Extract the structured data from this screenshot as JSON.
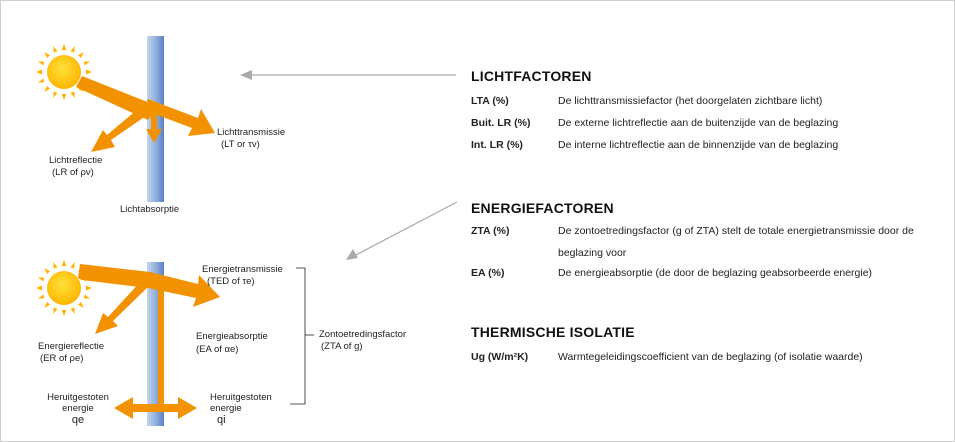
{
  "colors": {
    "arrow": "#f39200",
    "sun": "#ffc000",
    "glass_light": "#b9cdea",
    "glass_dark": "#5d82c6",
    "pointer": "#a9a9a9"
  },
  "icons": {
    "sun": "sun-icon",
    "pointer": "arrow-left-icon"
  },
  "diagram_top": {
    "transmission": "Lichttransmissie",
    "transmission_sub": "(LT or τv)",
    "reflection": "Lichtreflectie",
    "reflection_sub": "(LR of ρv)",
    "absorption": "Lichtabsorptie"
  },
  "diagram_bottom": {
    "transmission": "Energietransmissie",
    "transmission_sub": "(TED of τe)",
    "absorption": "Energieabsorptie",
    "absorption_sub": "(EA of αe)",
    "reflection": "Energiereflectie",
    "reflection_sub": "(ER of ρe)",
    "solar_factor": "Zontoetredingsfactor",
    "solar_factor_sub": "(ZTA of g)",
    "emitted_out": "Heruitgestoten",
    "emitted_out_2": "energie",
    "emitted_out_sym": "qe",
    "emitted_in": "Heruitgestoten",
    "emitted_in_2": "energie",
    "emitted_in_sym": "qi"
  },
  "sections": {
    "light": {
      "title": "LICHTFACTOREN",
      "rows": [
        {
          "key": "LTA (%)",
          "value": "De lichttransmissiefactor (het doorgelaten zichtbare licht)"
        },
        {
          "key": "Buit. LR (%)",
          "value": "De externe lichtreflectie aan de buitenzijde van de beglazing"
        },
        {
          "key": "Int. LR (%)",
          "value": "De interne lichtreflectie aan de binnenzijde van de beglazing"
        }
      ]
    },
    "energy": {
      "title": "ENERGIEFACTOREN",
      "rows": [
        {
          "key": "ZTA (%)",
          "value": "De zontoetredingsfactor (g of ZTA) stelt de totale energietransmissie door de beglazing voor"
        },
        {
          "key": "EA (%)",
          "value": "De energieabsorptie (de door de beglazing geabsorbeerde energie)"
        }
      ]
    },
    "thermal": {
      "title": "THERMISCHE ISOLATIE",
      "rows": [
        {
          "key": "Ug (W/m²K)",
          "value": "Warmtegeleidingscoefficient van de beglazing (of isolatie waarde)"
        }
      ]
    }
  }
}
